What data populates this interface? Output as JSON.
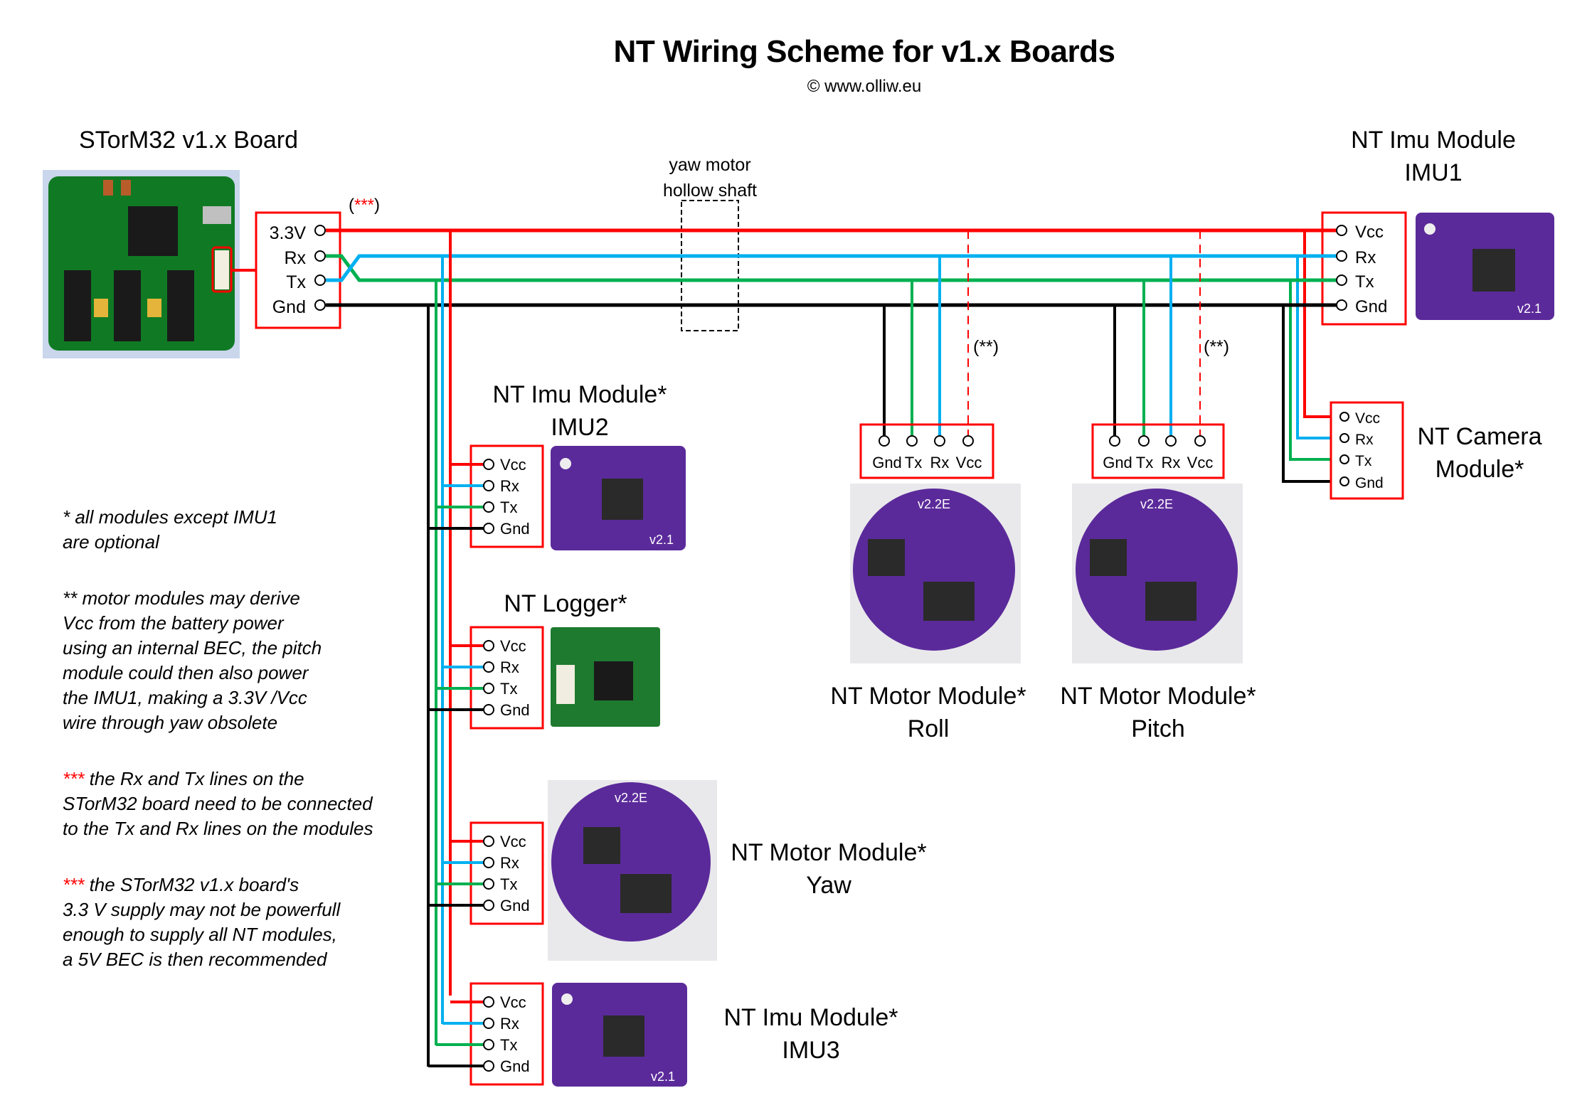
{
  "title": "NT Wiring Scheme for v1.x Boards",
  "subtitle": "© www.olliw.eu",
  "wire_colors": {
    "vcc": "#ff0000",
    "rx": "#00b0f0",
    "tx": "#00b050",
    "gnd": "#000000",
    "box": "#ff0000"
  },
  "board": {
    "label": "STorM32 v1.x Board",
    "pins": [
      "3.3V",
      "Rx",
      "Tx",
      "Gnd"
    ],
    "note_marker": "***"
  },
  "yaw_shaft": {
    "line1": "yaw motor",
    "line2": "hollow shaft"
  },
  "imu1": {
    "line1": "NT Imu Module",
    "line2": "IMU1",
    "pins": [
      "Vcc",
      "Rx",
      "Tx",
      "Gnd"
    ],
    "chip_label": "v2.1"
  },
  "imu2": {
    "line1": "NT Imu Module*",
    "line2": "IMU2",
    "pins": [
      "Vcc",
      "Rx",
      "Tx",
      "Gnd"
    ],
    "chip_label": "v2.1"
  },
  "logger": {
    "line1": "NT Logger*",
    "pins": [
      "Vcc",
      "Rx",
      "Tx",
      "Gnd"
    ]
  },
  "motor_yaw": {
    "line1": "NT Motor Module*",
    "line2": "Yaw",
    "pins": [
      "Vcc",
      "Rx",
      "Tx",
      "Gnd"
    ],
    "chip_label": "v2.2E"
  },
  "imu3": {
    "line1": "NT Imu Module*",
    "line2": "IMU3",
    "pins": [
      "Vcc",
      "Rx",
      "Tx",
      "Gnd"
    ],
    "chip_label": "v2.1"
  },
  "motor_roll": {
    "line1": "NT Motor Module*",
    "line2": "Roll",
    "pins": [
      "Gnd",
      "Tx",
      "Rx",
      "Vcc"
    ],
    "note_marker": "(**)",
    "chip_label": "v2.2E"
  },
  "motor_pitch": {
    "line1": "NT Motor Module*",
    "line2": "Pitch",
    "pins": [
      "Gnd",
      "Tx",
      "Rx",
      "Vcc"
    ],
    "note_marker": "(**)",
    "chip_label": "v2.2E"
  },
  "camera": {
    "line1": "NT Camera",
    "line2": "Module*",
    "pins": [
      "Vcc",
      "Rx",
      "Tx",
      "Gnd"
    ]
  },
  "notes": {
    "n1": [
      "* all modules except IMU1",
      "are optional"
    ],
    "n2": [
      "** motor modules may derive",
      "Vcc from the battery power",
      "using an internal BEC, the pitch",
      "module could then also power",
      "the IMU1, making a 3.3V /Vcc",
      "wire through yaw obsolete"
    ],
    "n3_marker": "***",
    "n3": [
      " the Rx and Tx lines on the",
      "STorM32 board need to be connected",
      "to the Tx and Rx lines on the modules"
    ],
    "n4_marker": "***",
    "n4": [
      " the STorM32 v1.x board's",
      "3.3 V supply may not be powerfull",
      "enough to supply all NT modules,",
      "a 5V BEC is then recommended"
    ]
  }
}
